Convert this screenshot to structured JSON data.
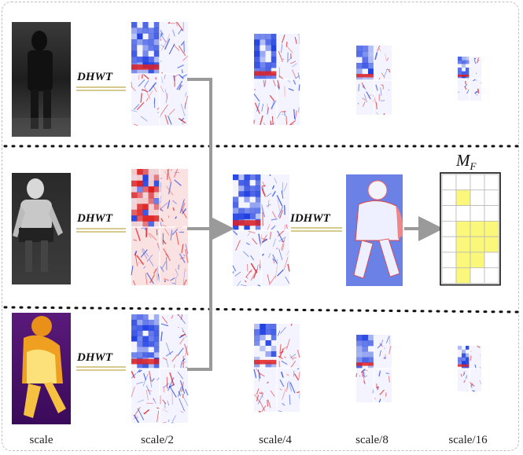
{
  "scale_labels": [
    "scale",
    "scale/2",
    "scale/4",
    "scale/8",
    "scale/16"
  ],
  "operations": {
    "forward": "DHWT",
    "inverse": "IDHWT"
  },
  "mask": {
    "symbol": "M",
    "subscript": "F",
    "color": "#fbf77a",
    "rows": 7,
    "cols": 4,
    "filled_cells": [
      [
        1,
        1
      ],
      [
        3,
        1
      ],
      [
        3,
        2
      ],
      [
        3,
        3
      ],
      [
        4,
        1
      ],
      [
        4,
        2
      ],
      [
        4,
        3
      ],
      [
        5,
        1
      ],
      [
        5,
        2
      ],
      [
        6,
        1
      ]
    ]
  },
  "colors": {
    "positive": "#e02020",
    "negative": "#1f3fe0",
    "arrow": "#9a9a9a",
    "connector": "#c9b96a",
    "background": "#ffffff"
  }
}
